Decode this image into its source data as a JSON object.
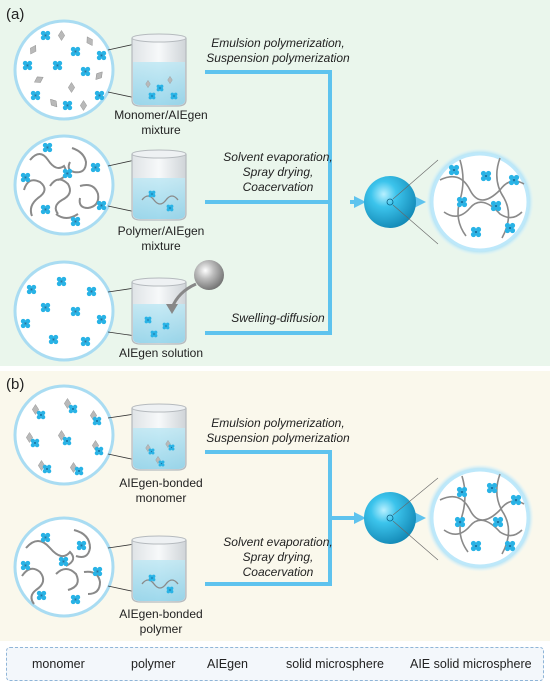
{
  "colors": {
    "panel_a_bg": "#eaf6ec",
    "panel_b_bg": "#faf8ec",
    "arrow": "#5ec3ee",
    "aiegen": "#29b3e6",
    "monomer": "#b9b9b9",
    "polymer": "#8a8a8a",
    "aie_sphere": "#2aa9d6",
    "solid_sphere": "#9a9a9a"
  },
  "panel_a": {
    "label": "(a)",
    "rows": [
      {
        "caption_line1": "Monomer/AIEgen",
        "caption_line2": "mixture",
        "process_line1": "Emulsion polymerization,",
        "process_line2": "Suspension polymerization",
        "process_line3": ""
      },
      {
        "caption_line1": "Polymer/AIEgen",
        "caption_line2": "mixture",
        "process_line1": "Solvent evaporation,",
        "process_line2": "Spray drying,",
        "process_line3": "Coacervation"
      },
      {
        "caption_line1": "AIEgen solution",
        "caption_line2": "",
        "process_line1": "Swelling-diffusion",
        "process_line2": "",
        "process_line3": ""
      }
    ]
  },
  "panel_b": {
    "label": "(b)",
    "rows": [
      {
        "caption_line1": "AIEgen-bonded",
        "caption_line2": "monomer",
        "process_line1": "Emulsion polymerization,",
        "process_line2": "Suspension polymerization",
        "process_line3": ""
      },
      {
        "caption_line1": "AIEgen-bonded",
        "caption_line2": "polymer",
        "process_line1": "Solvent evaporation,",
        "process_line2": "Spray drying,",
        "process_line3": "Coacervation"
      }
    ]
  },
  "legend": {
    "monomer": "monomer",
    "polymer": "polymer",
    "aiegen": "AIEgen",
    "solid_microsphere": "solid microsphere",
    "aie_solid_microsphere": "AIE solid microsphere"
  }
}
